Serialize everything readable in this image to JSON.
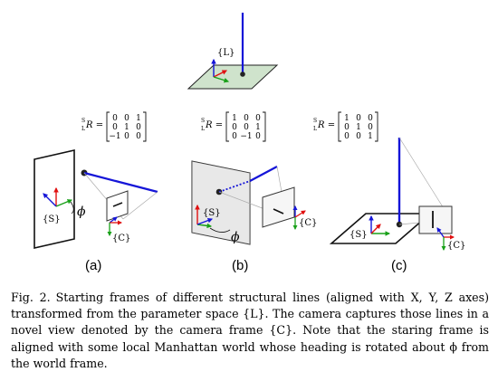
{
  "figure": {
    "top_frame_label": "{L}",
    "matrices": [
      {
        "lhs": "ₛR =",
        "sup": "S",
        "sub": "L",
        "rows": [
          [
            "0",
            "0",
            "1"
          ],
          [
            "0",
            "1",
            "0"
          ],
          [
            "−1",
            "0",
            "0"
          ]
        ]
      },
      {
        "lhs": "ₛR =",
        "sup": "S",
        "sub": "L",
        "rows": [
          [
            "1",
            "0",
            "0"
          ],
          [
            "0",
            "0",
            "1"
          ],
          [
            "0",
            "−1",
            "0"
          ]
        ]
      },
      {
        "lhs": "ₛR =",
        "sup": "S",
        "sub": "L",
        "rows": [
          [
            "1",
            "0",
            "0"
          ],
          [
            "0",
            "1",
            "0"
          ],
          [
            "0",
            "0",
            "1"
          ]
        ]
      }
    ],
    "frame_labels": {
      "world": "{S}",
      "camera": "{C}",
      "angle": "ϕ"
    },
    "panel_labels": [
      "(a)",
      "(b)",
      "(c)"
    ],
    "colors": {
      "line_blue": "#1515d8",
      "axis_red": "#e01010",
      "axis_green": "#18a018",
      "axis_blue": "#1515d8",
      "plane_green": "#cfe3cc"
    }
  },
  "caption": {
    "label": "Fig. 2.",
    "text": "Starting frames of different structural lines (aligned with X, Y, Z axes) transformed from the parameter space {L}. The camera captures those lines in a novel view denoted by the camera frame {C}. Note that the staring frame is aligned with some local Manhattan world whose heading is rotated about ϕ from the world frame."
  }
}
